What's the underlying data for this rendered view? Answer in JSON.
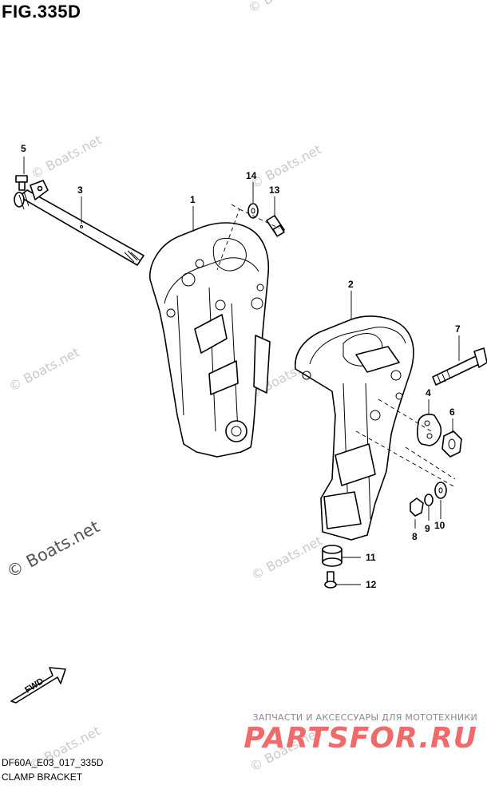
{
  "header": {
    "figure": "FIG.335D"
  },
  "footer": {
    "code": "DF60A_E03_017_335D",
    "title": "CLAMP BRACKET"
  },
  "watermark": {
    "text": "© Boats.net"
  },
  "promo": {
    "caption": "ЗАПЧАСТИ И АКСЕССУАРЫ ДЛЯ МОТОТЕХНИКИ",
    "logo": "PARTSFOR.RU"
  },
  "fwd_label": "FWD",
  "callouts": [
    {
      "num": "1"
    },
    {
      "num": "2"
    },
    {
      "num": "3"
    },
    {
      "num": "4"
    },
    {
      "num": "5"
    },
    {
      "num": "6"
    },
    {
      "num": "7"
    },
    {
      "num": "8"
    },
    {
      "num": "9"
    },
    {
      "num": "10"
    },
    {
      "num": "11"
    },
    {
      "num": "12"
    },
    {
      "num": "13"
    },
    {
      "num": "14"
    }
  ]
}
